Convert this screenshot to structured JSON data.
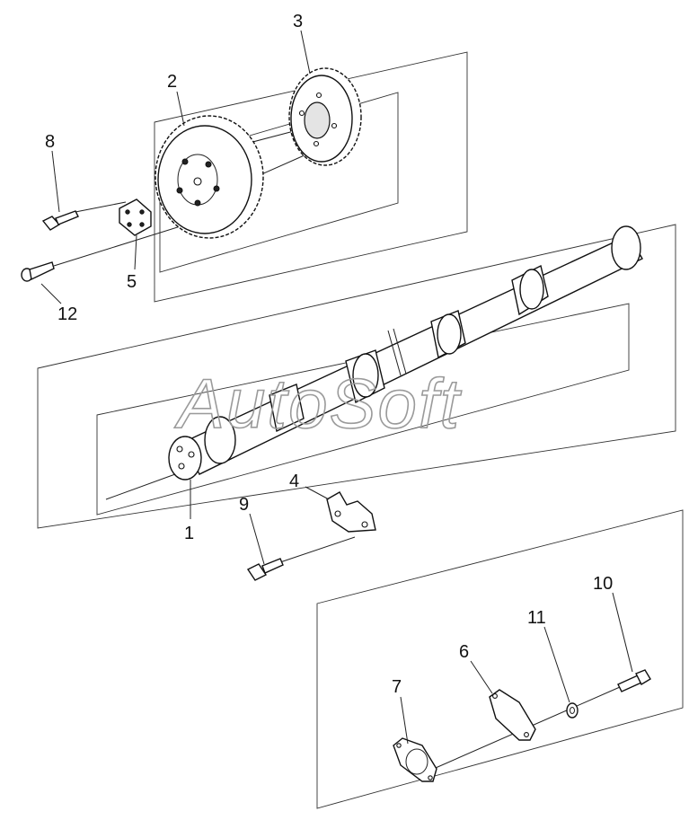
{
  "watermark": "AutoSoft",
  "callouts": {
    "p1": "1",
    "p2": "2",
    "p3": "3",
    "p4": "4",
    "p5": "5",
    "p6": "6",
    "p7": "7",
    "p8": "8",
    "p9": "9",
    "p10": "10",
    "p11": "11",
    "p12": "12"
  },
  "colors": {
    "line": "#111111",
    "watermark": "#9a9a9a",
    "background": "#ffffff"
  }
}
